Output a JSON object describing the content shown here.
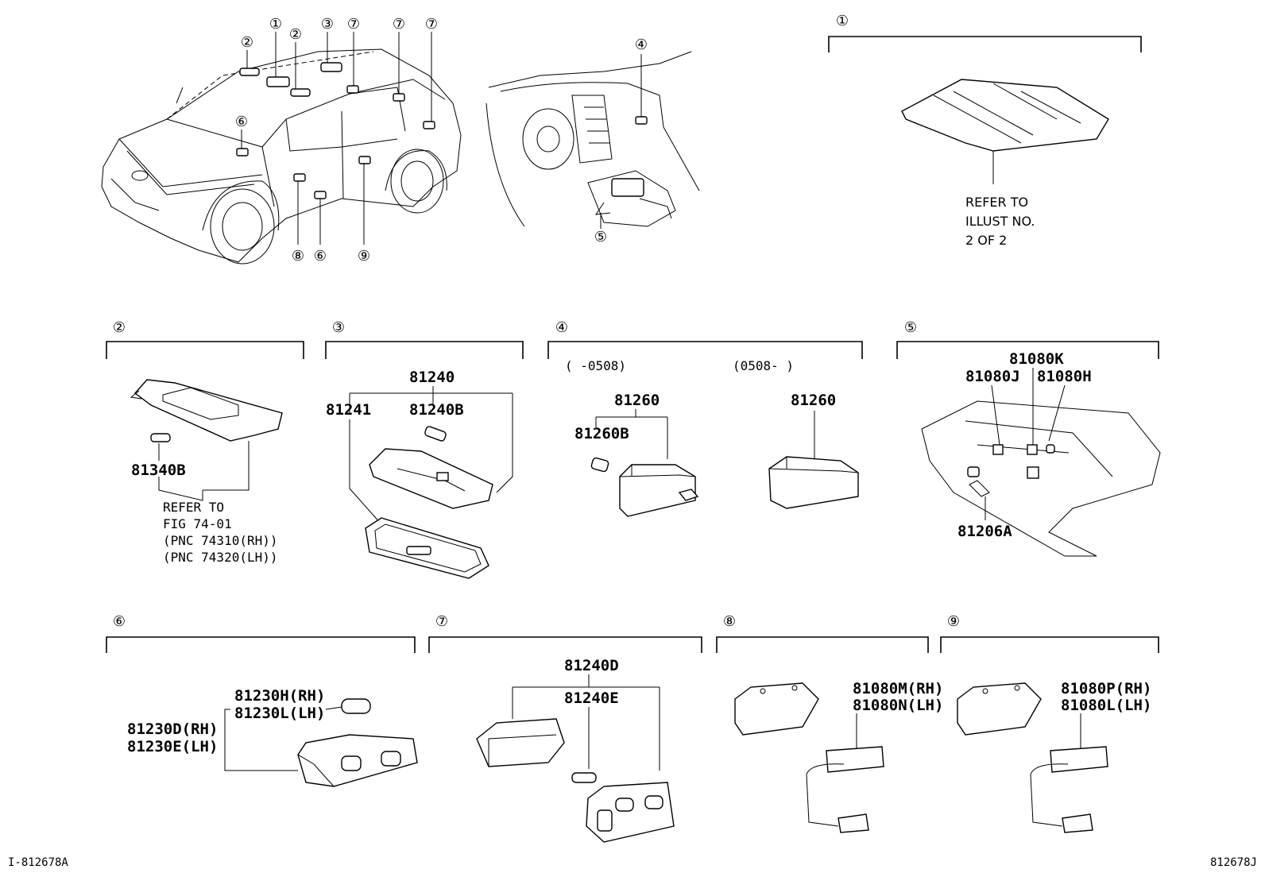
{
  "markers": {
    "m1": "①",
    "m2": "②",
    "m3": "③",
    "m4": "④",
    "m5": "⑤",
    "m6": "⑥",
    "m7": "⑦",
    "m8": "⑧",
    "m9": "⑨"
  },
  "sections": {
    "s1": {
      "ref": [
        "REFER TO",
        "ILLUST NO.",
        "2 OF 2"
      ]
    },
    "s2": {
      "parts": [
        "81340B"
      ],
      "ref": [
        "REFER TO",
        "FIG 74-01",
        "(PNC 74310(RH))",
        "(PNC 74320(LH))"
      ]
    },
    "s3": {
      "parts": [
        "81240",
        "81241",
        "81240B"
      ]
    },
    "s4": {
      "date_left": "(      -0508)",
      "date_right": "(0508-      )",
      "parts": [
        "81260",
        "81260B",
        "81260"
      ]
    },
    "s5": {
      "parts": [
        "81080K",
        "81080J",
        "81080H",
        "81206A"
      ]
    },
    "s6": {
      "parts": [
        "81230H(RH)",
        "81230L(LH)",
        "81230D(RH)",
        "81230E(LH)"
      ]
    },
    "s7": {
      "parts": [
        "81240D",
        "81240E"
      ]
    },
    "s8": {
      "parts": [
        "81080M(RH)",
        "81080N(LH)"
      ]
    },
    "s9": {
      "parts": [
        "81080P(RH)",
        "81080L(LH)"
      ]
    }
  },
  "footer": {
    "left_code": "I-812678A",
    "right_code": "812678J"
  }
}
